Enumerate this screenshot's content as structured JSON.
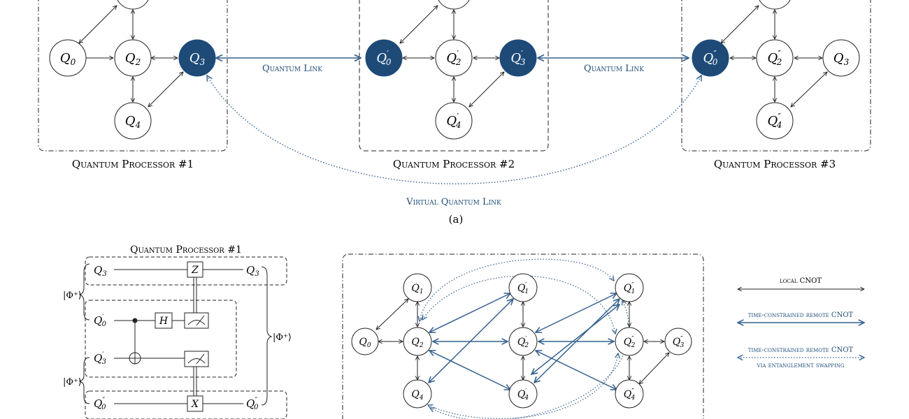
{
  "colors": {
    "ink": "#222222",
    "blue": "#1f4e79",
    "blue_link": "#34618f",
    "node_fill_active": "#1e4a78",
    "node_fill": "#ffffff"
  },
  "part_a": {
    "caption": "(a)",
    "processors": [
      {
        "label": "Quantum Processor #1",
        "nodes": [
          {
            "id": "q0",
            "label": "Q",
            "sub": "0",
            "prime": "",
            "active": false
          },
          {
            "id": "q2",
            "label": "Q",
            "sub": "2",
            "prime": "",
            "active": false
          },
          {
            "id": "q3",
            "label": "Q",
            "sub": "3",
            "prime": "",
            "active": true
          },
          {
            "id": "q4",
            "label": "Q",
            "sub": "4",
            "prime": "",
            "active": false
          }
        ]
      },
      {
        "label": "Quantum Processor #2",
        "nodes": [
          {
            "id": "q0p",
            "label": "Q",
            "sub": "0",
            "prime": "′",
            "active": true
          },
          {
            "id": "q2p",
            "label": "Q",
            "sub": "2",
            "prime": "′",
            "active": false
          },
          {
            "id": "q3p",
            "label": "Q",
            "sub": "3",
            "prime": "′",
            "active": true
          },
          {
            "id": "q4p",
            "label": "Q",
            "sub": "4",
            "prime": "′",
            "active": false
          }
        ]
      },
      {
        "label": "Quantum Processor #3",
        "nodes": [
          {
            "id": "q0pp",
            "label": "Q",
            "sub": "0",
            "prime": "″",
            "active": true
          },
          {
            "id": "q2pp",
            "label": "Q",
            "sub": "2",
            "prime": "″",
            "active": false
          },
          {
            "id": "q3pp",
            "label": "Q",
            "sub": "3",
            "prime": "",
            "active": false
          },
          {
            "id": "q4pp",
            "label": "Q",
            "sub": "4",
            "prime": "″",
            "active": false
          }
        ]
      }
    ],
    "links": {
      "quantum_link_1": "Quantum Link",
      "quantum_link_2": "Quantum Link",
      "virtual_link": "Virtual Quantum Link"
    }
  },
  "part_b": {
    "circuit": {
      "title": "Quantum Processor #1",
      "bell_left_top": "|Φ⁺⟩",
      "bell_left_bottom": "|Φ⁺⟩",
      "bell_right": "|Φ⁺⟩",
      "wires": [
        {
          "label": "Q",
          "sub": "3",
          "prime": "",
          "out_label": "Q",
          "out_sub": "3",
          "out_prime": ""
        },
        {
          "label": "Q",
          "sub": "0",
          "prime": "′",
          "out_label": "",
          "out_sub": "",
          "out_prime": ""
        },
        {
          "label": "Q",
          "sub": "3",
          "prime": "′",
          "out_label": "",
          "out_sub": "",
          "out_prime": ""
        },
        {
          "label": "Q",
          "sub": "0",
          "prime": "″",
          "out_label": "Q",
          "out_sub": "0",
          "out_prime": "″"
        }
      ],
      "gates": {
        "z": "Z",
        "h": "H",
        "x": "X"
      }
    },
    "graph": {
      "nodes": [
        {
          "id": "b_q1",
          "label": "Q",
          "sub": "1",
          "prime": ""
        },
        {
          "id": "b_q0",
          "label": "Q",
          "sub": "0",
          "prime": ""
        },
        {
          "id": "b_q2",
          "label": "Q",
          "sub": "2",
          "prime": ""
        },
        {
          "id": "b_q4",
          "label": "Q",
          "sub": "4",
          "prime": ""
        },
        {
          "id": "b_q1p",
          "label": "Q",
          "sub": "1",
          "prime": "′"
        },
        {
          "id": "b_q2p",
          "label": "Q",
          "sub": "2",
          "prime": "′"
        },
        {
          "id": "b_q4p",
          "label": "Q",
          "sub": "4",
          "prime": "′"
        },
        {
          "id": "b_q1pp",
          "label": "Q",
          "sub": "1",
          "prime": "″"
        },
        {
          "id": "b_q2pp",
          "label": "Q",
          "sub": "2",
          "prime": "″"
        },
        {
          "id": "b_q3pp",
          "label": "Q",
          "sub": "3",
          "prime": "″"
        },
        {
          "id": "b_q4pp",
          "label": "Q",
          "sub": "4",
          "prime": "″"
        }
      ]
    },
    "legend": {
      "local": "local CNOT",
      "remote": "time-constrained remote CNOT",
      "swap_line1": "time-constrained remote CNOT",
      "swap_line2": "via entanglement swapping"
    }
  }
}
